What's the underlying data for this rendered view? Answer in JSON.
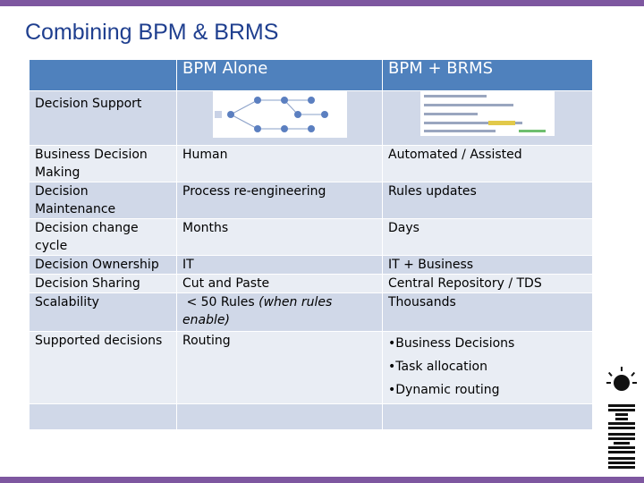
{
  "slide": {
    "title": "Combining BPM & BRMS",
    "colors": {
      "accent": "#7e57a0",
      "header": "#4f81bd",
      "title": "#1f3f8f",
      "row_dark": "#d0d8e8",
      "row_light": "#e9edf4"
    }
  },
  "table": {
    "headers": [
      "",
      "BPM Alone",
      "BPM + BRMS"
    ],
    "decision_support_label": "Decision Support",
    "rows": [
      {
        "label": "Business Decision Making",
        "bpm": "Human",
        "brms": "Automated / Assisted"
      },
      {
        "label": "Decision Maintenance",
        "bpm": "Process re-engineering",
        "brms": "Rules updates"
      },
      {
        "label": "Decision change cycle",
        "bpm": "Months",
        "brms": "Days"
      },
      {
        "label": "Decision Ownership",
        "bpm": "IT",
        "brms": "IT + Business"
      },
      {
        "label": "Decision Sharing",
        "bpm": "Cut and Paste",
        "brms": "Central Repository /  TDS"
      },
      {
        "label": "Scalability",
        "bpm": " < 50 Rules",
        "bpm_note": "(when rules enable)",
        "brms": "Thousands"
      },
      {
        "label": "Supported decisions",
        "bpm": "Routing",
        "brms_list": [
          "•Business Decisions",
          "•Task allocation",
          "•Dynamic routing"
        ]
      }
    ]
  },
  "icons": {
    "bpm_thumbnail": "process-diagram-thumbnail",
    "brms_thumbnail": "rule-editor-thumbnail",
    "logo": "ibm-logo"
  }
}
